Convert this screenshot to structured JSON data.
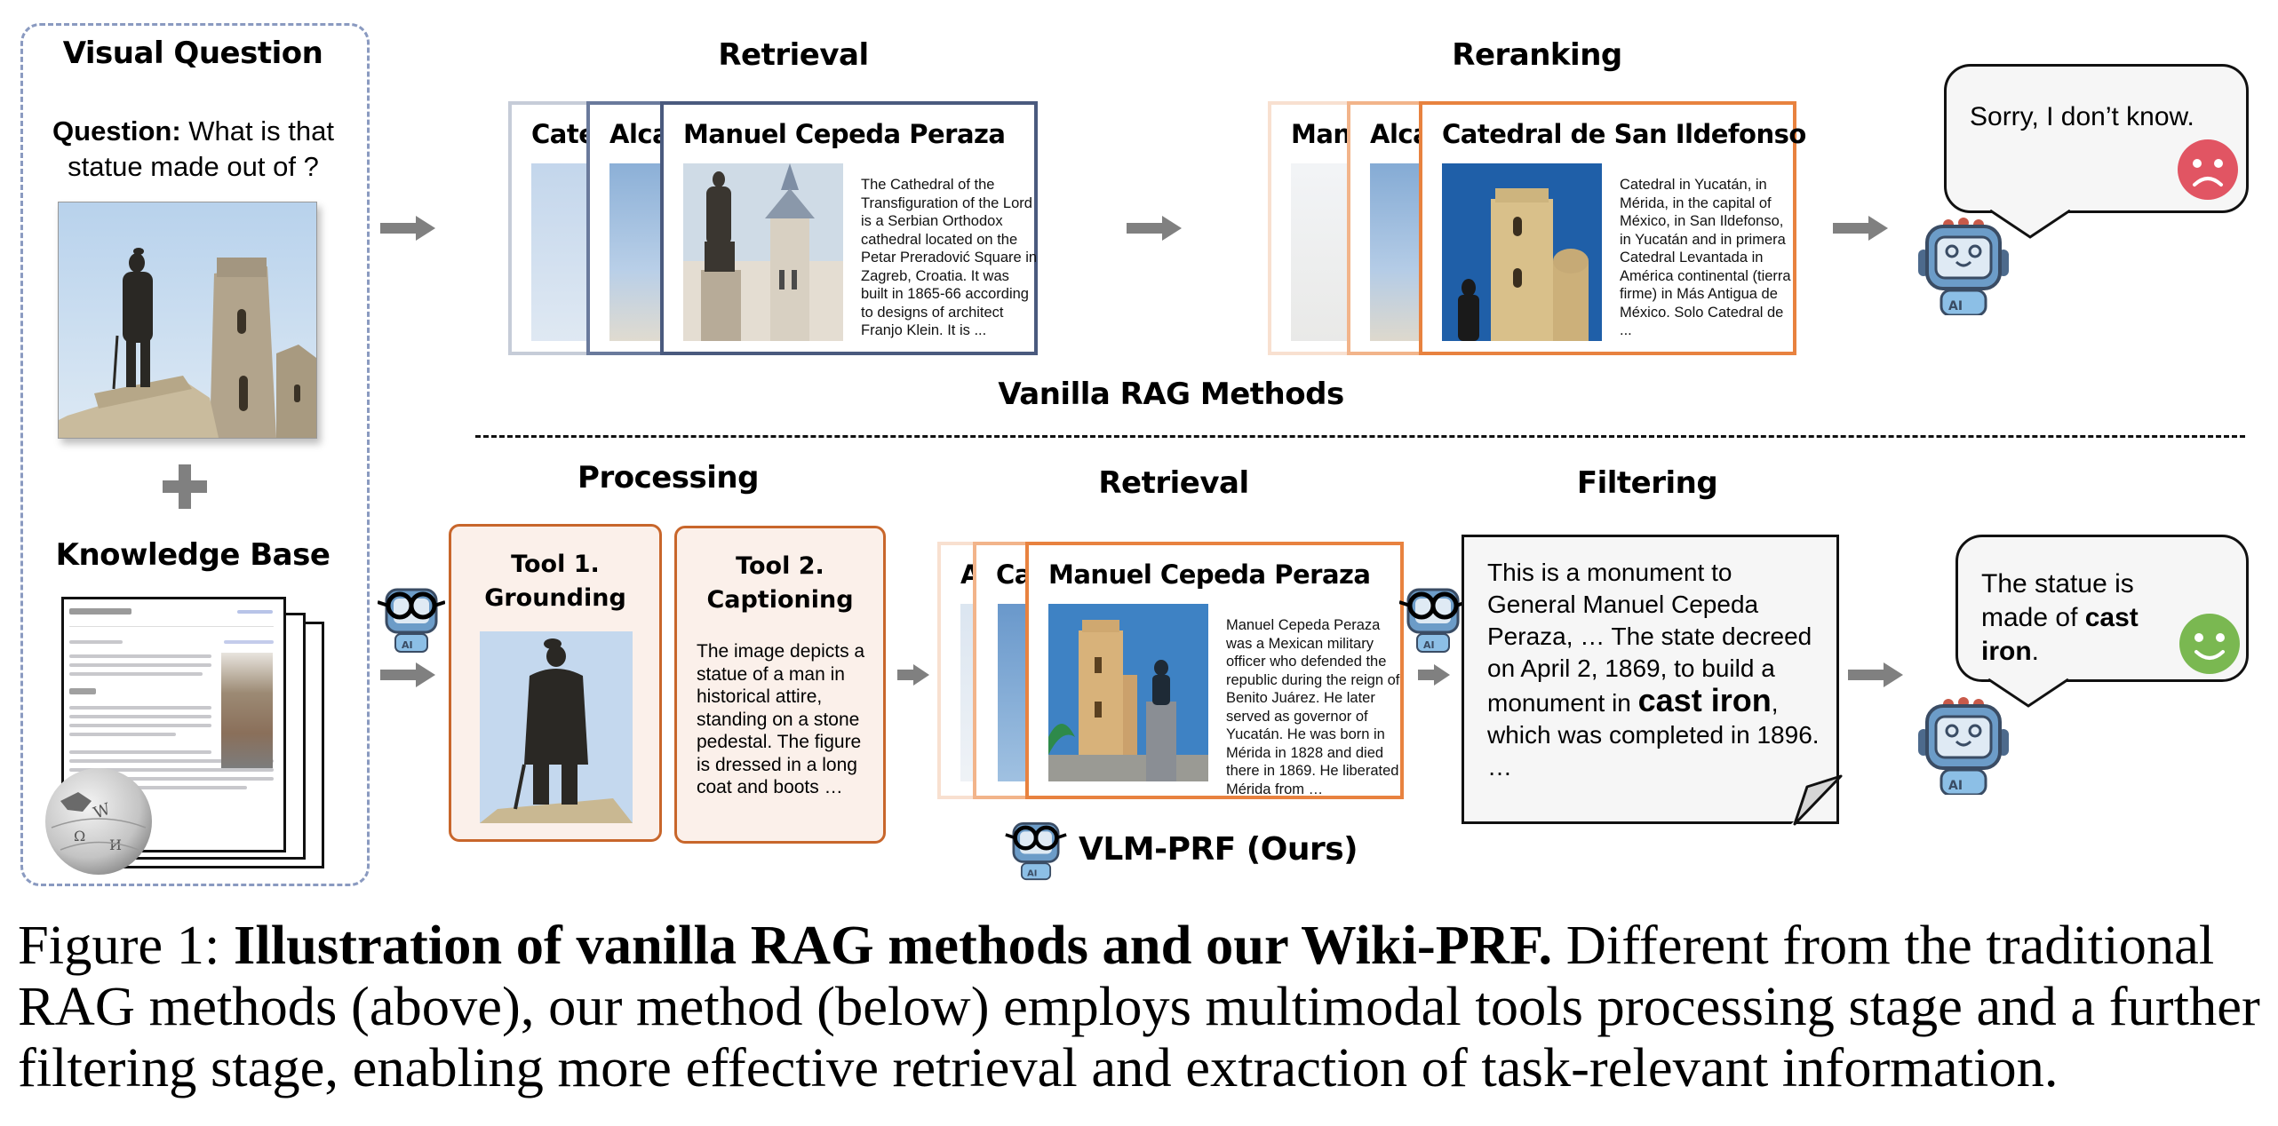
{
  "visual_question": {
    "title": "Visual Question",
    "question_label": "Question:",
    "question_text": " What is that statue made out of ?",
    "image": "statue-and-bell-tower-photo",
    "plus_icon": "plus-icon",
    "knowledge_base_title": "Knowledge Base",
    "knowledge_base_icon": "wikipedia-globe-icon"
  },
  "vanilla": {
    "label": "Vanilla RAG Methods",
    "retrieval": {
      "title": "Retrieval",
      "cards": [
        {
          "title": "Cate",
          "faded": true
        },
        {
          "title": "Alca",
          "faded": true
        },
        {
          "title": "Manuel Cepeda Peraza",
          "text": "The Cathedral of the Transfiguration of the Lord is a Serbian Orthodox cathedral located on the Petar Preradović Square in Zagreb, Croatia. It was built in 1865-66 according to designs of architect Franjo Klein. It is ..."
        }
      ],
      "border_color": "#4a5a7e"
    },
    "reranking": {
      "title": "Reranking",
      "cards": [
        {
          "title": "Manu",
          "faded": true
        },
        {
          "title": "Alca",
          "faded": true
        },
        {
          "title": "Catedral de San Ildefonso",
          "text": "Catedral in Yucatán, in Mérida, in the capital of México, in San Ildefonso, in Yucatán and in primera Catedral Levantada in América continental (tierra firme) in Más Antigua de México. Solo Catedral de ..."
        }
      ],
      "border_color": "#e8823f"
    },
    "answer": {
      "text": "Sorry, I don’t know.",
      "face": "sad-face-icon",
      "face_color": "#e15563"
    }
  },
  "ours": {
    "label": "VLM-PRF (Ours)",
    "processing": {
      "title": "Processing",
      "tools": [
        {
          "title_line1": "Tool 1.",
          "title_line2": "Grounding",
          "content": "cropped-statue-image"
        },
        {
          "title_line1": "Tool 2.",
          "title_line2": "Captioning",
          "text": "The image depicts a statue of a man in historical attire, standing on a stone pedestal. The figure is dressed in a long coat and boots …"
        }
      ],
      "border_color": "#c8662b",
      "fill_color": "#fbf0ea"
    },
    "retrieval": {
      "title": "Retrieval",
      "cards": [
        {
          "title": "A",
          "faded": true
        },
        {
          "title": "Ca",
          "faded": true
        },
        {
          "title": "Manuel Cepeda Peraza",
          "text": "Manuel Cepeda Peraza was a Mexican military officer who defended the republic during the reign of Benito Juárez. He later served as governor of Yucatán. He was born in Mérida in 1828 and died there in 1869. He liberated Mérida from …"
        }
      ]
    },
    "filtering": {
      "title": "Filtering",
      "text_before": "This is a monument to General Manuel Cepeda Peraza, … The state decreed on April 2, 1869, to build a monument in ",
      "bold": "cast iron",
      "text_after": ", which was completed in 1896.",
      "ellipsis": "…"
    },
    "answer": {
      "text_before": "The statue is made of ",
      "bold": "cast iron",
      "text_after": ".",
      "face": "happy-face-icon",
      "face_color": "#7ab851"
    }
  },
  "caption": {
    "prefix": "Figure 1: ",
    "bold": "Illustration of vanilla RAG methods and our Wiki-PRF.",
    "line1_rest": " Different from the traditional",
    "line2": "RAG methods (above), our method (below) employs multimodal tools processing stage and a further",
    "line3": "filtering stage, enabling more effective retrieval and extraction of task-relevant information."
  }
}
